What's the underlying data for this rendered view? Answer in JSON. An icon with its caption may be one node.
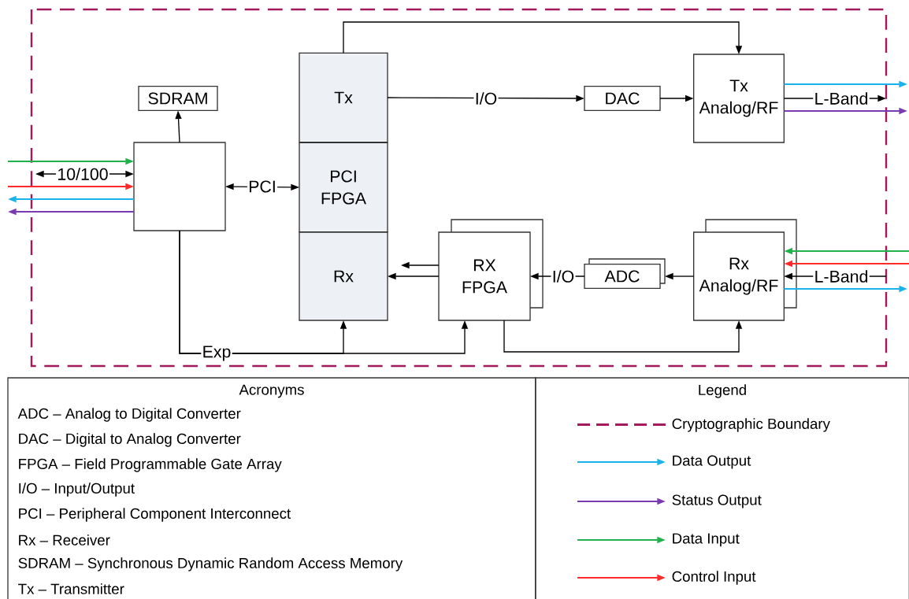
{
  "diagram": {
    "nodes": [
      {
        "text": [
          "SDRAM"
        ]
      },
      {
        "text": [],
        "shape": "box"
      },
      {
        "text": [
          "Tx"
        ]
      },
      {
        "text": [
          "PCI FPGA"
        ]
      },
      {
        "text": [
          "Rx"
        ]
      },
      {
        "text": [
          "DAC"
        ]
      },
      {
        "text": [
          "Tx Analog/RF"
        ]
      },
      {
        "text": [
          "RX FPGA"
        ]
      },
      {
        "text": [
          "ADC"
        ]
      },
      {
        "text": [
          "Rx Analog/RF"
        ]
      },
      {
        "text": [
          "Acronyms",
          "ADC – Analog to Digital Converter",
          "DAC – Digital to Analog Converter",
          "FPGA – Field Programmable Gate Array",
          "I/O – Input/Output",
          "PCI – Peripheral Component Interconnect",
          "Rx – Receiver",
          "SDRAM – Synchronous Dynamic Random Access Memory",
          "Tx – Transmitter"
        ]
      },
      {
        "text": [
          "Legend"
        ]
      }
    ],
    "edges": [
      {
        "from": 1,
        "to": 0,
        "arrow": "to"
      },
      {
        "from": 1,
        "to": 3,
        "arrow": "both",
        "label": "PCI"
      },
      {
        "from": 2,
        "to": 6,
        "arrow": "to"
      },
      {
        "from": 2,
        "to": 5,
        "arrow": "to",
        "label": "I/O"
      },
      {
        "from": 5,
        "to": 6,
        "arrow": "to"
      },
      {
        "from": 6,
        "to": null,
        "arrow": "to",
        "label": "L-Band"
      },
      {
        "from": 6,
        "to": null,
        "arrow": "to",
        "color": "#1ab2ea"
      },
      {
        "from": 6,
        "to": null,
        "arrow": "to",
        "color": "#7a3ab0"
      },
      {
        "from": null,
        "to": 9,
        "arrow": "to",
        "color": "#21b24b"
      },
      {
        "from": null,
        "to": 9,
        "arrow": "to",
        "color": "#ff2a2a"
      },
      {
        "from": null,
        "to": 9,
        "arrow": "to",
        "label": "L-Band"
      },
      {
        "from": 9,
        "to": null,
        "arrow": "to",
        "color": "#1ab2ea"
      },
      {
        "from": 9,
        "to": 8,
        "arrow": "to"
      },
      {
        "from": 8,
        "to": 7,
        "arrow": "to",
        "label": "I/O"
      },
      {
        "from": 7,
        "to": 4,
        "arrow": "to"
      },
      {
        "from": 7,
        "to": 4,
        "arrow": "to"
      },
      {
        "from": 1,
        "to": 4,
        "arrow": "to",
        "label": "Exp"
      },
      {
        "from": 1,
        "to": 7,
        "arrow": "to"
      },
      {
        "from": 7,
        "to": 9,
        "arrow": "to"
      },
      {
        "from": null,
        "to": 1,
        "arrow": "to",
        "color": "#21b24b"
      },
      {
        "from": null,
        "to": 1,
        "arrow": "both",
        "label": "10/100"
      },
      {
        "from": null,
        "to": 1,
        "arrow": "to",
        "color": "#ff2a2a"
      },
      {
        "from": 1,
        "to": null,
        "arrow": "to",
        "color": "#1ab2ea"
      },
      {
        "from": 1,
        "to": null,
        "arrow": "to",
        "color": "#7a3ab0"
      }
    ],
    "legend": [
      {
        "text": "Cryptographic Boundary",
        "color": "#a3195b"
      },
      {
        "text": "Data Output",
        "color": "#1ab2ea"
      },
      {
        "text": "Status Output",
        "color": "#7a3ab0"
      },
      {
        "text": "Data Input",
        "color": "#21b24b"
      },
      {
        "text": "Control Input",
        "color": "#ff2a2a"
      }
    ]
  }
}
